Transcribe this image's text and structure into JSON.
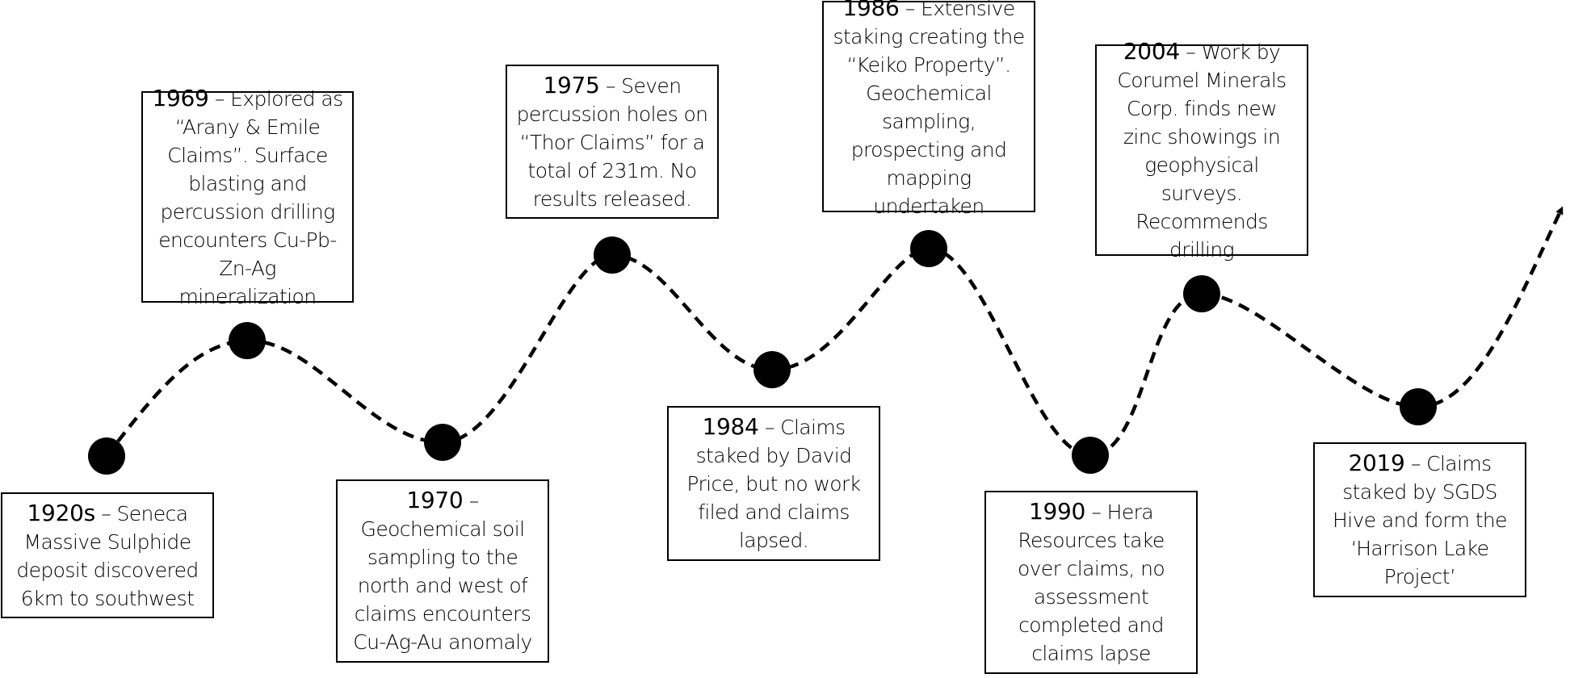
{
  "events": [
    {
      "year": "1920s",
      "description": "– Seneca Massive Sulphide deposit discovered 6km to southwest"
    },
    {
      "year": "1969",
      "description": "– Explored as “Arany & Emile Claims”. Surface blasting and percussion drilling encounters Cu-Pb-Zn-Ag mineralization"
    },
    {
      "year": "1970",
      "description": "– Geochemical soil sampling to the north and west of claims encounters Cu-Ag-Au anomaly"
    },
    {
      "year": "1975",
      "description": "– Seven percussion holes on “Thor Claims” for a total of 231m. No results released."
    },
    {
      "year": "1984",
      "description": "– Claims staked by David Price, but no work filed and claims lapsed."
    },
    {
      "year": "1986",
      "description": "– Extensive staking creating the “Keiko Property”. Geochemical sampling, prospecting and mapping undertaken"
    },
    {
      "year": "1990",
      "description": "– Hera Resources take over claims, no assessment completed and claims lapse"
    },
    {
      "year": "2004",
      "description": "– Work by Corumel Minerals Corp. finds new zinc showings in geophysical surveys. Recommends drilling"
    },
    {
      "year": "2019",
      "description": "– Claims staked by SGDS Hive and form the ‘Harrison Lake Project’"
    }
  ]
}
